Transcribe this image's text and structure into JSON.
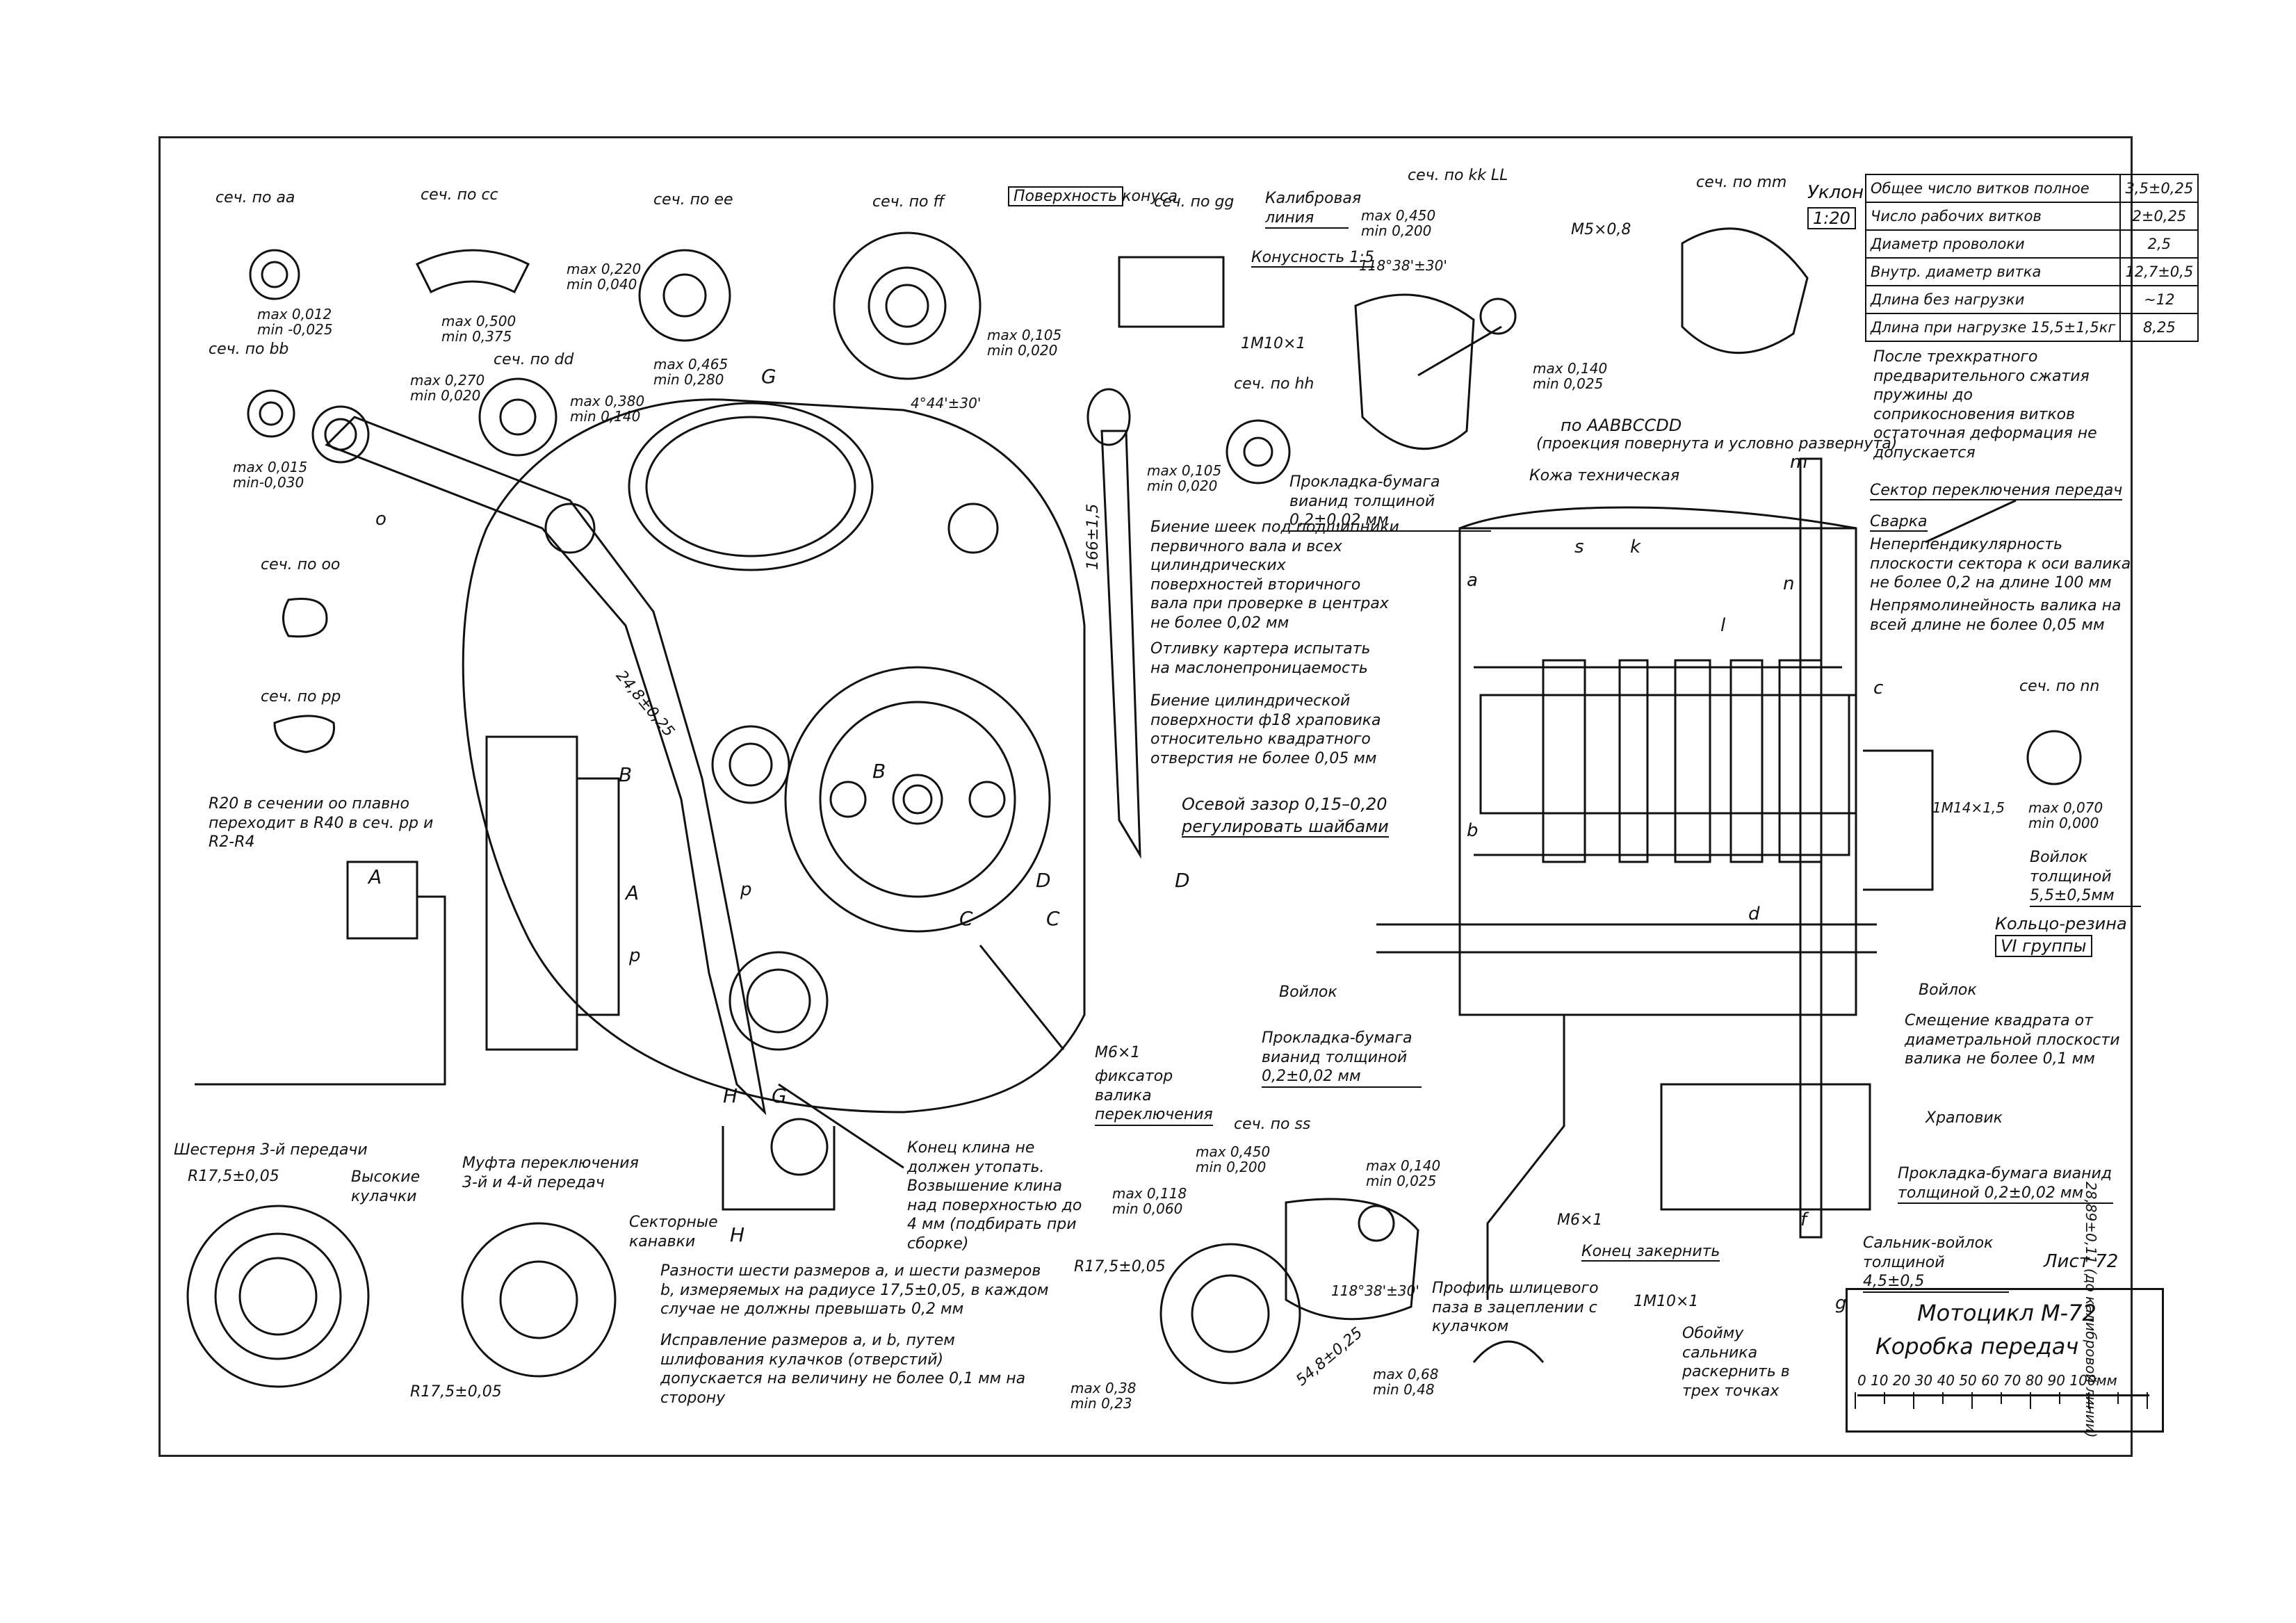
{
  "title_block": {
    "title": "Мотоцикл М-72",
    "subtitle": "Коробка передач",
    "sheet": "Лист 72",
    "scale_label": "0 10 20 30 40 50 60 70 80 90 100мм"
  },
  "spring_table": [
    {
      "label": "Общее число витков полное",
      "value": "3,5±0,25"
    },
    {
      "label": "Число рабочих витков",
      "value": "2±0,25"
    },
    {
      "label": "Диаметр проволоки",
      "value": "2,5"
    },
    {
      "label": "Внутр. диаметр витка",
      "value": "12,7±0,5"
    },
    {
      "label": "Длина без нагрузки",
      "value": "~12"
    },
    {
      "label": "Длина при нагрузке 15,5±1,5кг",
      "value": "8,25"
    }
  ],
  "sections": {
    "aa": "сеч. по аа",
    "bb": "сеч. по bb",
    "cc": "сеч. по сс",
    "dd": "сеч. по dd",
    "ee": "сеч. по ее",
    "ff": "сеч. по ff",
    "gg": "сеч. по gg",
    "hh": "сеч. по hh",
    "kk": "сеч. по kk LL",
    "mm": "сеч. по mm",
    "nn": "сеч. по nn",
    "ss": "сеч. по ss",
    "oo": "сеч. по оо",
    "pp": "сеч. по pp"
  },
  "labels": {
    "cone_surface": "Поверхность конуса",
    "calibr_line": "Калибровая линия",
    "taper": "Конусность 1:5",
    "slope": "Уклон",
    "slope_val": "1:20",
    "m5": "М5×0,8",
    "m10": "1М10×1",
    "m10b": "1М10×1",
    "m6a": "М6×1",
    "m6b": "М6×1",
    "m14": "1М14×1,5",
    "proj": "по ААВВССDD",
    "proj2": "(проекция повернута и условно развернута)",
    "gasket1": "Прокладка-бумага вианид толщиной 0,2±0,02 мм",
    "leather": "Кожа техническая",
    "sector": "Сектор переключения передач",
    "weld": "Сварка",
    "perp": "Неперпендикулярность плоскости сектора к оси валика не более 0,2 на длине 100 мм",
    "straight": "Непрямолинейность валика на всей длине не более 0,05 мм",
    "spring_note": "После трехкратного предварительного сжатия пружины до соприкосновения витков остаточная деформация не допускается",
    "runout1": "Биение шеек под подшипники первичного вала и всех цилиндрических поверхностей вторичного вала при проверке в центрах не более 0,02 мм",
    "casting": "Отливку картера испытать на маслонепроницаемость",
    "runout2": "Биение цилиндрической поверхности ф18 храповика относительно квадратного отверстия не более 0,05 мм",
    "axial": "Осевой зазор 0,15–0,20",
    "axial2": "регулировать шайбами",
    "felt_ring": "Войлок толщиной 5,5±0,5мм",
    "o_ring": "Кольцо-резина",
    "o_ring2": "VI группы",
    "felt": "Войлок",
    "felt2": "Войлок",
    "offset": "Смещение квадрата от диаметральной плоскости валика не более 0,1 мм",
    "gasket2": "Прокладка-бумага вианид толщиной 0,2±0,02 мм",
    "gasket3": "Прокладка-бумага вианид толщиной 0,2±0,02 мм",
    "ratchet": "Храповик",
    "end_core": "Конец закернить",
    "seal_felt": "Сальник-войлок толщиной 4,5±0,5",
    "clip": "Обойму сальника раскернить в трех точках",
    "spline": "Профиль шлицевого паза в зацеплении с кулачком",
    "fixer": "фиксатор валика переключения",
    "wedge": "Конец клина не должен утопать. Возвышение клина над поверхностью до 4 мм (подбирать при сборке)",
    "gear3": "Шестерня 3-й передачи",
    "high_cams": "Высокие кулачки",
    "clutch": "Муфта переключения 3-й и 4-й передач",
    "sector_cams": "Секторные канавки",
    "diffs": "Разности шести размеров а, и шести размеров b, измеряемых на радиусе 17,5±0,05, в каждом случае не должны превышать 0,2 мм",
    "fix": "Исправление размеров а, и b, путем шлифования кулачков (отверстий) допускается на величину не более 0,1 мм на сторону",
    "r20": "R20 в сечении оо плавно переходит в R40 в сеч. pp и R2-R4",
    "r175a": "R17,5±0,05",
    "r175b": "R17,5±0,05",
    "r175c": "R17,5±0,05",
    "calibr_lines": "28,89±0,11 (до калибровой линии)",
    "dim166": "166±1,5",
    "dim248": "24,8±0,25",
    "dim548": "54,8±0,25"
  },
  "dims": {
    "aa_max": "max 0,012",
    "aa_min": "min -0,025",
    "bb_max": "max 0,015",
    "bb_min": "min-0,030",
    "cc_max": "max 0,500",
    "cc_min": "min 0,375",
    "dd_max": "max 0,270",
    "dd_min": "min 0,020",
    "dd2_max": "max 0,380",
    "dd2_min": "min 0,140",
    "ee_max": "max 0,220",
    "ee_min": "min 0,040",
    "ee2_max": "max 0,465",
    "ee2_min": "min 0,280",
    "ff_max": "max 0,105",
    "ff_min": "min 0,020",
    "hh_max": "max 0,105",
    "hh_min": "min 0,020",
    "kk_max": "max 0,450",
    "kk_min": "min 0,200",
    "kk2_max": "max 0,140",
    "kk2_min": "min 0,025",
    "nn_max": "max 0,070",
    "nn_min": "min 0,000",
    "ss_max": "max 0,450",
    "ss_min": "min 0,200",
    "ss2_max": "max 0,118",
    "ss2_min": "min 0,060",
    "ss3_max": "max 0,38",
    "ss3_min": "min 0,23",
    "spl_max": "max 0,68",
    "spl_min": "min 0,48",
    "ss4_max": "max 0,140",
    "ss4_min": "min 0,025",
    "ang1": "4°44'±30'",
    "ang2": "118°38'±30'",
    "ang3": "118°38'±30'"
  },
  "letters": {
    "A": "A",
    "B": "B",
    "C": "C",
    "D": "D",
    "G": "G",
    "H": "H",
    "o": "o",
    "p": "p",
    "a": "a",
    "b": "b",
    "c": "c",
    "d": "d",
    "m": "m",
    "n": "n",
    "s": "s",
    "k": "k",
    "l": "l",
    "g": "g",
    "f": "f"
  }
}
